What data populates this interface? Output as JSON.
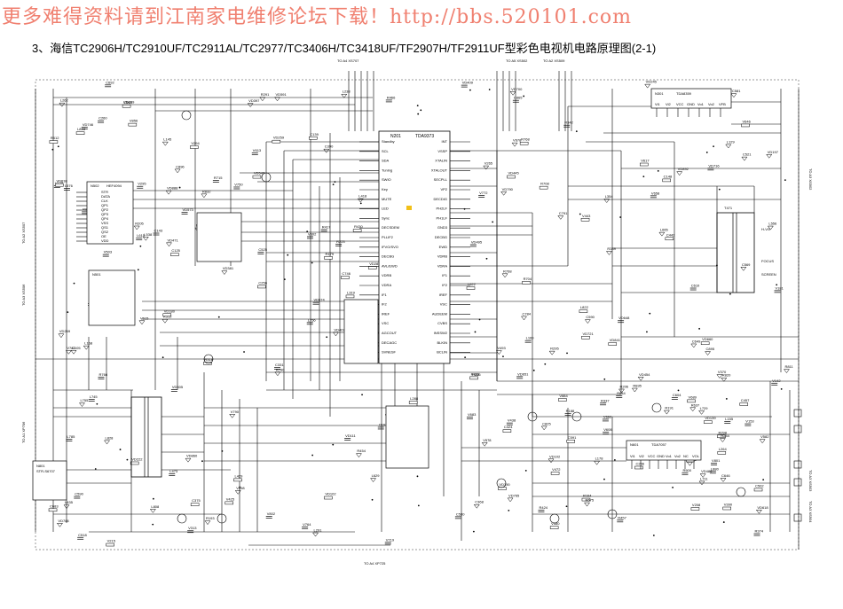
{
  "banner": {
    "text": "更多难得资料请到江南家电维修论坛下载！http://bbs.520101.com"
  },
  "title": {
    "text": "3、海信TC2906H/TC2910UF/TC2911AL/TC2977/TC3406H/TC3418UF/TF2907H/TF2911UF型彩色电视机电路原理图(2-1)"
  },
  "labels": {
    "ic_main": "TDA9373",
    "ic_main_ref": "N201",
    "ic_hcf": "HEF4094",
    "ic_hcf_ref": "N502",
    "ic_vert": "TDA8359",
    "ic_vert_ref": "N301",
    "ic_audio": "TDA7057",
    "ic_audio_ref": "N601",
    "ic_pwr": "STR-S6707",
    "ic_pwr_ref": "N801",
    "conn_top1": "TO A4 XS707",
    "conn_top2": "TO A5 XS502",
    "conn_top3": "TO A2 XS509",
    "conn_bottom": "TO A4 XP725",
    "conn_left1": "TO A2 XS507",
    "conn_left2": "TO A3 XS506",
    "conn_left3": "TO A1 XP706",
    "conn_right1": "TO A3 XS902",
    "conn_right2": "TO A3 XS903",
    "conn_right3": "TO A3 XS904",
    "fbt": "T471",
    "focus": "FOCUS",
    "screen": "SCREEN",
    "heater": "H-VG"
  },
  "main_ic_pins_left": [
    "Standby",
    "SCL",
    "SDA",
    "Tuning",
    "SWIO",
    "Key",
    "MUTE",
    "LED",
    "Sync",
    "DECSDEM",
    "PLLIF2",
    "IFVO/SVO",
    "DECBG",
    "AVL/EWD",
    "VDRB",
    "VDRA",
    "IF1",
    "IF2",
    "IREF",
    "VSC",
    "AGCOUT",
    "DECAGC",
    "SVNESF"
  ],
  "main_ic_pins_right": [
    "INT",
    "VSSP",
    "XTALIN",
    "XTALOUT",
    "SECPLL",
    "VP2",
    "DECDIG",
    "PH2LF",
    "PH1LF",
    "GND3",
    "DECBG",
    "EWD",
    "VDRB",
    "VDRA",
    "IF1",
    "IF2",
    "IREF",
    "VSC",
    "AUDEEM",
    "CVBS",
    "INSSW2",
    "BLKIN",
    "BCLIN"
  ],
  "vert_ic_pins": [
    "Vi1",
    "Vi2",
    "VCC",
    "GND",
    "Vo1",
    "Vo2",
    "VFB"
  ],
  "hcf_ic_pins": [
    "STR",
    "DATA",
    "CLK",
    "QP1",
    "QP2",
    "QP3",
    "QP4",
    "VSS",
    "QS1",
    "QS2",
    "OE",
    "VDD"
  ],
  "audio_ic_pins": [
    "Vi1",
    "Vi2",
    "VCC",
    "GND",
    "Vo1",
    "Vo2",
    "NC",
    "VOL"
  ],
  "colors": {
    "banner": "#f08070",
    "ink": "#000000",
    "paper": "#ffffff",
    "marker": "#f2c018"
  }
}
